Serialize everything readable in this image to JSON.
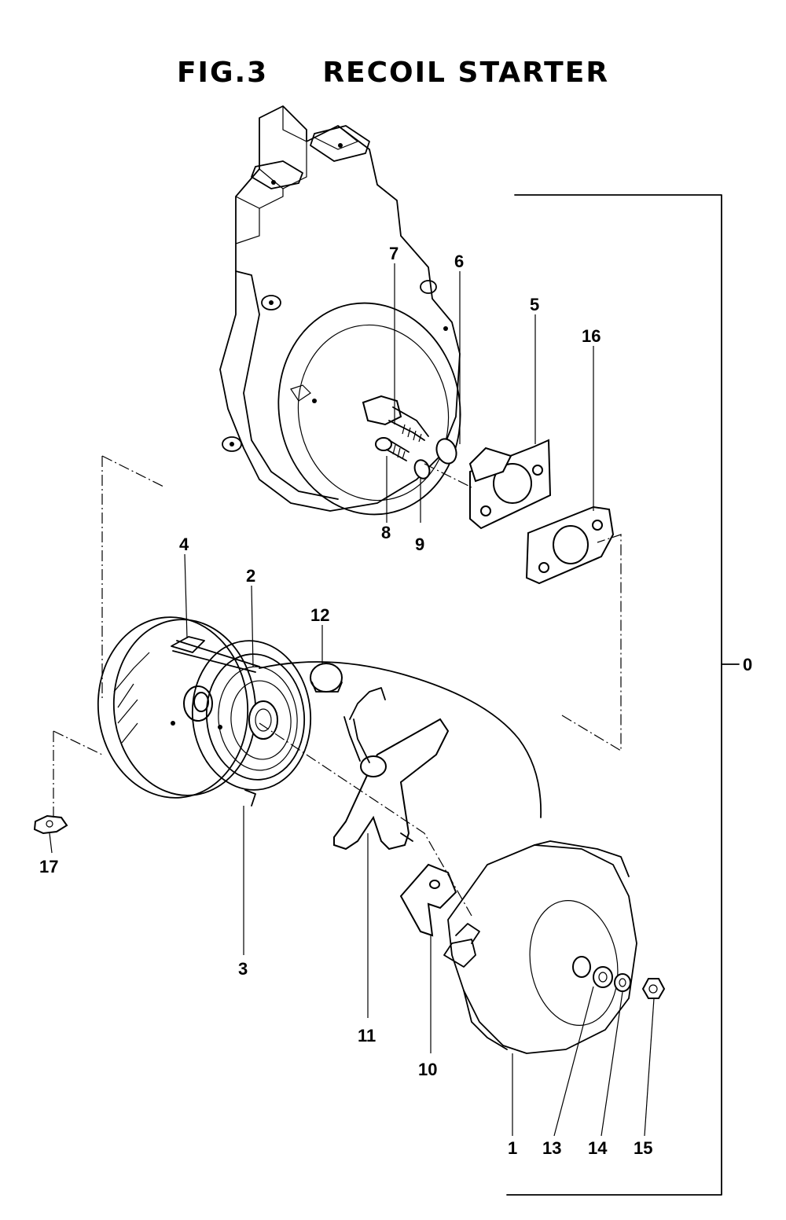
{
  "figure": {
    "number": "FIG.3",
    "title": "RECOIL STARTER"
  },
  "callouts": {
    "c0": "0",
    "c1": "1",
    "c2": "2",
    "c3": "3",
    "c4": "4",
    "c5": "5",
    "c6": "6",
    "c7": "7",
    "c8": "8",
    "c9": "9",
    "c10": "10",
    "c11": "11",
    "c12": "12",
    "c13": "13",
    "c14": "14",
    "c15": "15",
    "c16": "16",
    "c17": "17"
  }
}
